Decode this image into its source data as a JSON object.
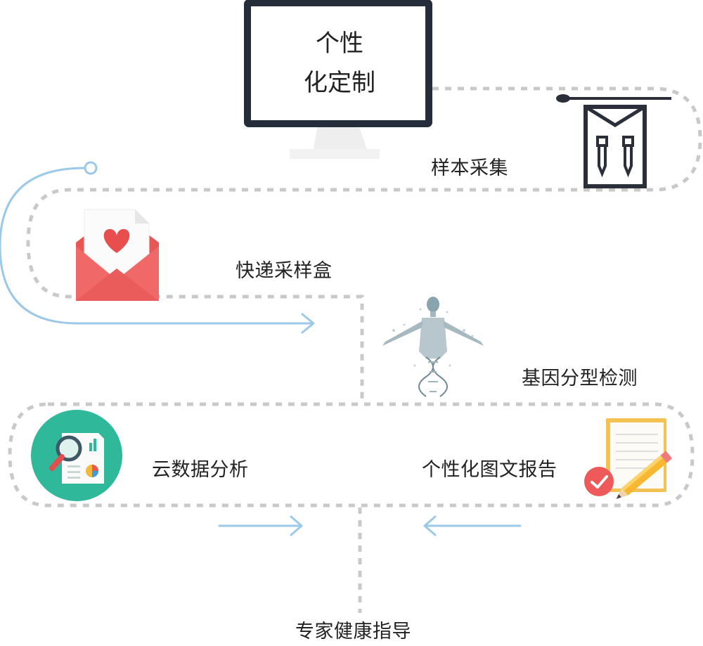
{
  "monitor": {
    "line1": "个性",
    "line2": "化定制"
  },
  "steps": {
    "sample_collection": "样本采集",
    "express_kit": "快递采样盒",
    "genotyping": "基因分型检测",
    "cloud_analysis": "云数据分析",
    "personal_report": "个性化图文报告",
    "expert_guidance": "专家健康指导"
  },
  "colors": {
    "dotted_path": "#c8c8c8",
    "arrow_blue": "#9cc9e8",
    "monitor_frame": "#252c3a",
    "envelope": "#ef5f5f",
    "heart": "#e94e4e",
    "analysis_circle": "#2fb89a",
    "report_paper": "#f4c253",
    "check_badge": "#ee5a5a"
  },
  "icons": {
    "monitor": "monitor-icon",
    "swab_kit": "swab-kit-icon",
    "envelope": "envelope-heart-icon",
    "dna_figure": "dna-human-icon",
    "analysis": "data-analysis-icon",
    "report": "report-pencil-icon"
  }
}
